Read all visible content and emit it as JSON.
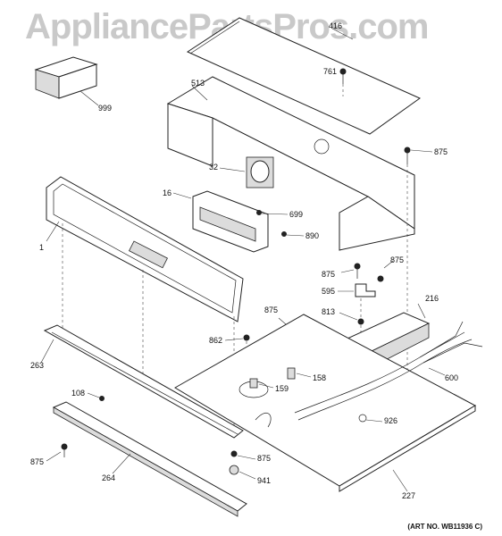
{
  "watermark": "AppliancePartsPros.com",
  "art_number": "(ART NO. WB11936 C)",
  "callouts": {
    "c416": "416",
    "c761": "761",
    "c999": "999",
    "c513": "513",
    "c875a": "875",
    "c32": "32",
    "c16": "16",
    "c699": "699",
    "c890": "890",
    "c1": "1",
    "c875b": "875",
    "c875c": "875",
    "c595": "595",
    "c216": "216",
    "c813": "813",
    "c875d": "875",
    "c862": "862",
    "c263": "263",
    "c158": "158",
    "c159": "159",
    "c600": "600",
    "c108": "108",
    "c926": "926",
    "c875e": "875",
    "c875f": "875",
    "c264": "264",
    "c941": "941",
    "c227": "227"
  }
}
